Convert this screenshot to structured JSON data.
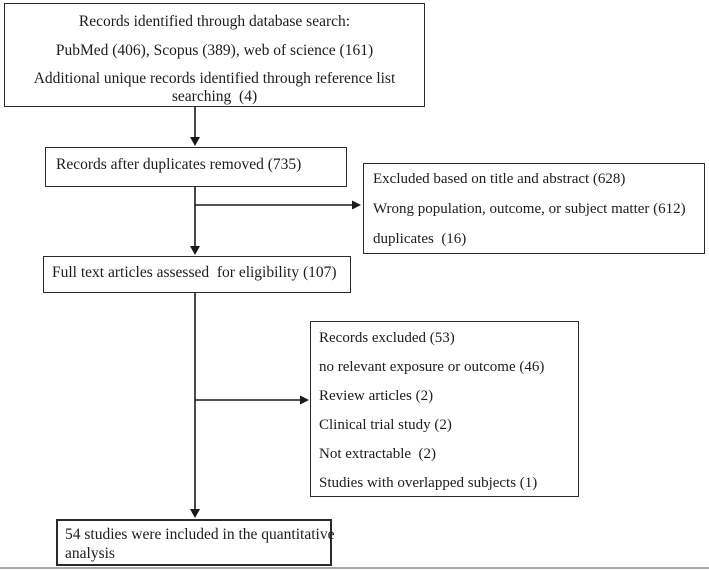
{
  "figure": {
    "kind": "study-selection-flowchart"
  },
  "colors": {
    "background": "#ffffff",
    "box_border": "#2b2b2b",
    "text": "#1c1c1c",
    "arrow": "#1a1a1a",
    "bottom_edge": "#a8a8a8"
  },
  "boxes": {
    "identification": {
      "lines": [
        "Records identified through database search:",
        "PubMed (406), Scopus (389), web of science (161)",
        "Additional unique records identified through reference list",
        "searching  (4)"
      ]
    },
    "duplicates_removed": {
      "lines": [
        "Records after duplicates removed (735)"
      ]
    },
    "excluded_title_abstract": {
      "lines": [
        "Excluded based on title and abstract (628)",
        "Wrong population, outcome, or subject matter (612)",
        "duplicates  (16)"
      ]
    },
    "full_text_assessed": {
      "lines": [
        "Full text articles assessed  for eligibility (107)"
      ]
    },
    "records_excluded": {
      "lines": [
        "Records excluded (53)",
        "no relevant exposure or outcome (46)",
        "Review articles (2)",
        "Clinical trial study (2)",
        "Not extractable  (2)",
        "Studies with overlapped subjects (1)"
      ]
    },
    "included_quantitative": {
      "lines": [
        "54 studies were included in the quantitative",
        "analysis"
      ]
    }
  }
}
